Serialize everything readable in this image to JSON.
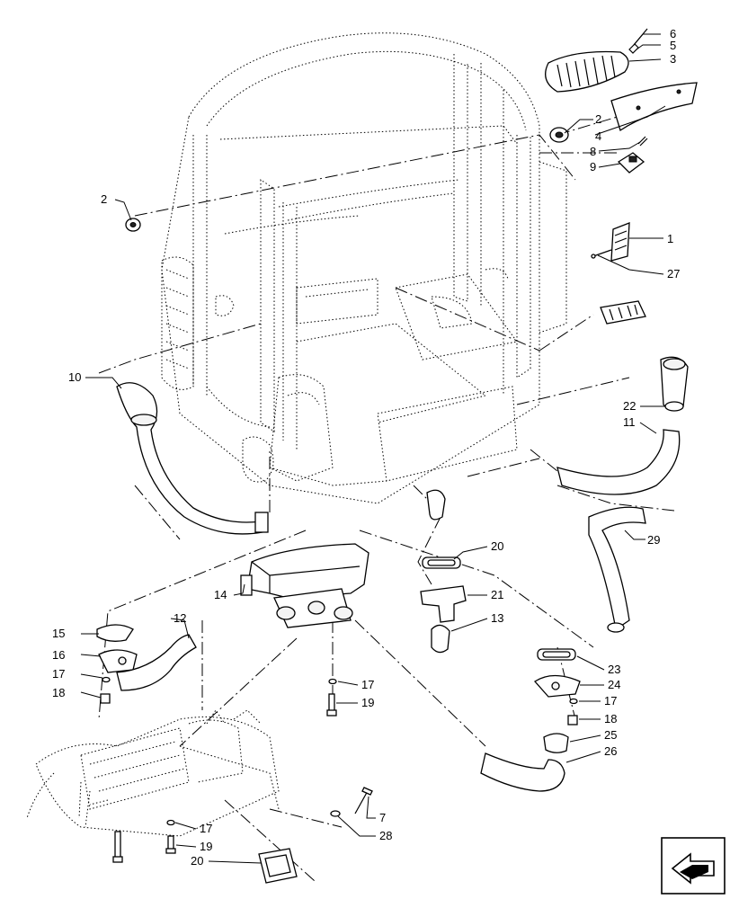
{
  "callouts": [
    {
      "id": "c6",
      "label": "6"
    },
    {
      "id": "c5",
      "label": "5"
    },
    {
      "id": "c3",
      "label": "3"
    },
    {
      "id": "c2a",
      "label": "2"
    },
    {
      "id": "c4",
      "label": "4"
    },
    {
      "id": "c8",
      "label": "8"
    },
    {
      "id": "c9",
      "label": "9"
    },
    {
      "id": "c2b",
      "label": "2"
    },
    {
      "id": "c1",
      "label": "1"
    },
    {
      "id": "c27",
      "label": "27"
    },
    {
      "id": "c10",
      "label": "10"
    },
    {
      "id": "c22",
      "label": "22"
    },
    {
      "id": "c11",
      "label": "11"
    },
    {
      "id": "c29",
      "label": "29"
    },
    {
      "id": "c20a",
      "label": "20"
    },
    {
      "id": "c21",
      "label": "21"
    },
    {
      "id": "c14",
      "label": "14"
    },
    {
      "id": "c13",
      "label": "13"
    },
    {
      "id": "c12",
      "label": "12"
    },
    {
      "id": "c15",
      "label": "15"
    },
    {
      "id": "c16",
      "label": "16"
    },
    {
      "id": "c17a",
      "label": "17"
    },
    {
      "id": "c18a",
      "label": "18"
    },
    {
      "id": "c17b",
      "label": "17"
    },
    {
      "id": "c19a",
      "label": "19"
    },
    {
      "id": "c23",
      "label": "23"
    },
    {
      "id": "c24",
      "label": "24"
    },
    {
      "id": "c17c",
      "label": "17"
    },
    {
      "id": "c18b",
      "label": "18"
    },
    {
      "id": "c25",
      "label": "25"
    },
    {
      "id": "c26",
      "label": "26"
    },
    {
      "id": "c17d",
      "label": "17"
    },
    {
      "id": "c19b",
      "label": "19"
    },
    {
      "id": "c20b",
      "label": "20"
    },
    {
      "id": "c7",
      "label": "7"
    },
    {
      "id": "c28",
      "label": "28"
    }
  ],
  "nav_icon": "arrow-icon"
}
